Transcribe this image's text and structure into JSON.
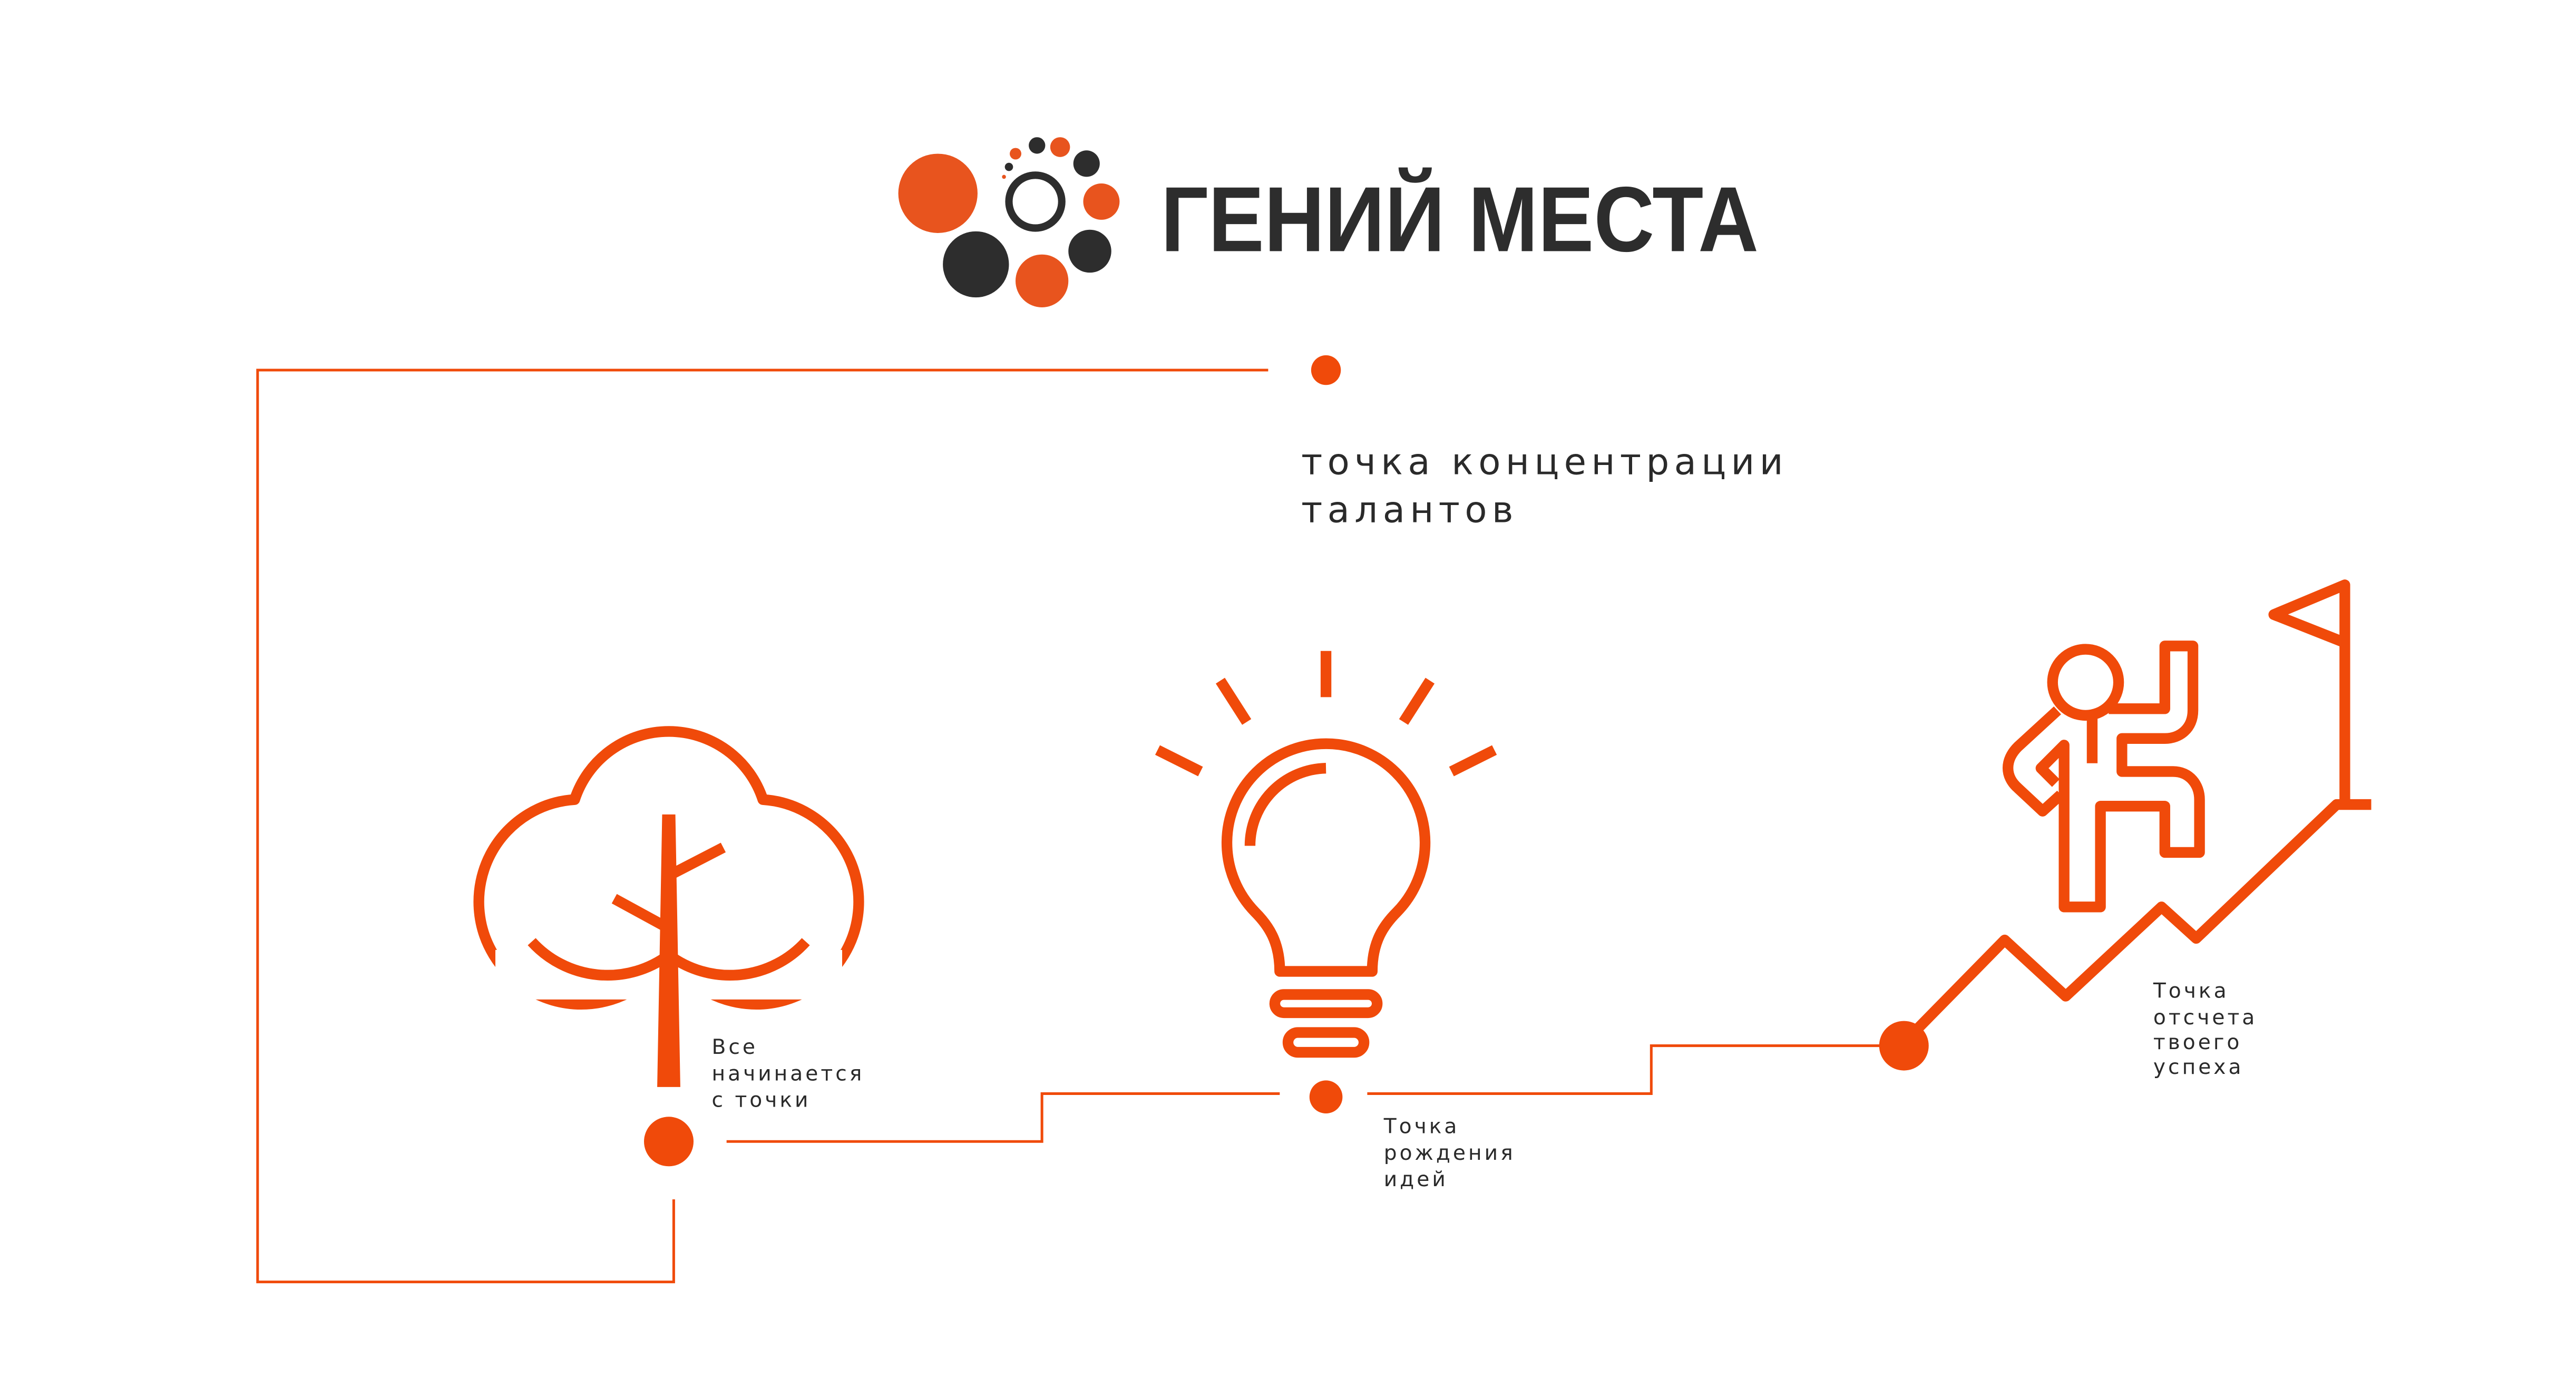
{
  "brand": {
    "name": "ГЕНИЙ МЕСТА",
    "colors": {
      "orange": "#e8541e",
      "dark": "#2d2d2d",
      "accent": "#f04a0a"
    }
  },
  "tagline": {
    "line1": "точка концентрации",
    "line2": "талантов"
  },
  "steps": [
    {
      "icon": "tree-icon",
      "lines": [
        "Все",
        "начинается",
        "с точки"
      ]
    },
    {
      "icon": "lightbulb-icon",
      "lines": [
        "Точка",
        "рождения",
        "идей"
      ]
    },
    {
      "icon": "climber-flag-icon",
      "lines": [
        "Точка",
        "отсчета",
        "твоего",
        "успеха"
      ]
    }
  ]
}
